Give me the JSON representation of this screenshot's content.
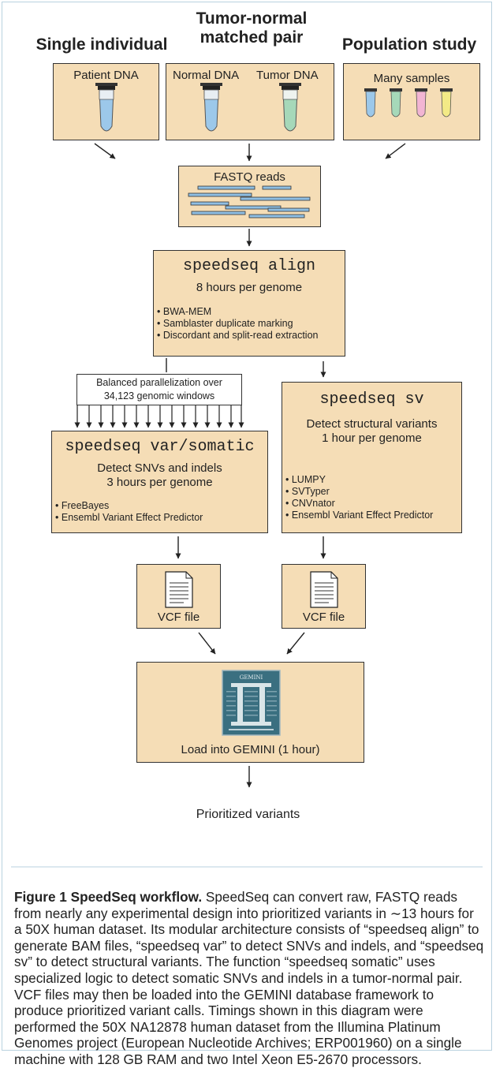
{
  "headers": {
    "single": "Single individual",
    "tumor_normal_l1": "Tumor-normal",
    "tumor_normal_l2": "matched pair",
    "population": "Population study"
  },
  "sample_boxes": {
    "patient": "Patient DNA",
    "normal": "Normal DNA",
    "tumor": "Tumor DNA",
    "many": "Many samples"
  },
  "fastq": {
    "label": "FASTQ reads"
  },
  "align": {
    "command": "speedseq align",
    "timing": "8 hours per genome",
    "bullets": [
      "BWA-MEM",
      "Samblaster duplicate marking",
      "Discordant and split-read extraction"
    ]
  },
  "parallel": {
    "line1": "Balanced parallelization over",
    "line2": "34,123 genomic windows"
  },
  "var": {
    "command": "speedseq var/somatic",
    "line1": "Detect SNVs and indels",
    "line2": "3 hours per genome",
    "bullets": [
      "FreeBayes",
      "Ensembl Variant Effect Predictor"
    ]
  },
  "sv": {
    "command": "speedseq sv",
    "line1": "Detect structural variants",
    "line2": "1 hour per genome",
    "bullets": [
      "LUMPY",
      "SVTyper",
      "CNVnator",
      "Ensembl Variant Effect Predictor"
    ]
  },
  "vcf": {
    "left": "VCF file",
    "right": "VCF file"
  },
  "gemini": {
    "logo_text": "GEMINI",
    "label": "Load into GEMINI (1 hour)"
  },
  "output": {
    "label": "Prioritized variants"
  },
  "caption": {
    "bold": "Figure 1 SpeedSeq workflow.",
    "text": " SpeedSeq can convert raw, FASTQ reads from nearly any experimental design into prioritized variants in ∼13 hours for a 50X human dataset. Its modular architecture consists of “speedseq align” to generate BAM files, “speedseq var” to detect SNVs and indels, and “speedseq sv” to detect structural variants. The function “speedseq somatic” uses specialized logic to detect somatic SNVs and indels in a tumor-normal pair. VCF files may then be loaded into the GEMINI database framework to produce prioritized variant calls. Timings shown in this diagram were performed the 50X NA12878 human dataset from the Illumina Platinum Genomes project (European Nucleotide Archives; ERP001960) on a single machine with 128 GB RAM and two Intel Xeon E5-2670 processors."
  },
  "colors": {
    "box_fill": "#f5ddb6",
    "tube_blue": "#9cc8ea",
    "tube_green": "#a6d8b9",
    "tube_pink": "#f2b5d3",
    "tube_yellow": "#f3ea86",
    "read_blue": "#8fbfe3",
    "gemini_teal": "#3a6f80",
    "frame": "#b9d2df"
  }
}
